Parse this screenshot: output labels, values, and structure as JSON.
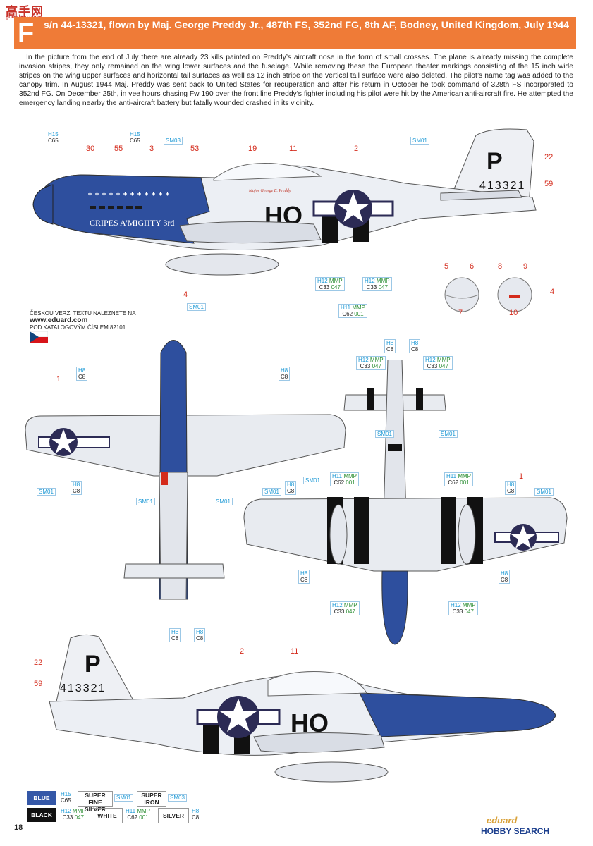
{
  "watermark": {
    "text": "高手网",
    "sub": "goo.shop.com"
  },
  "header": {
    "letter": "F",
    "title": "s/n 44-13321, flown by Maj. George Preddy Jr., 487th FS, 352nd FG, 8th AF, Bodney, United Kingdom, July 1944"
  },
  "description": "In the picture from the end of July there are already 23 kills painted on Preddy’s aircraft nose in the form of small crosses. The plane is already missing the complete invasion stripes, they only remained on the wing lower surfaces and the fuselage. While removing these the European theater markings consisting of the 15 inch wide stripes on the wing upper surfaces and horizontal tail surfaces as well as 12 inch stripe on the vertical tail surface were also deleted. The pilot’s name tag was added to the canopy trim. In August 1944 Maj. Preddy was sent back to United States for recuperation and after his return in October he took command of 328th FS incorporated to 352nd FG. On December 25th, in vee hours chasing Fw 190 over the front line Preddy’s fighter including his pilot were hit by the American anti-aircraft fire. He attempted the emergency landing nearby the anti-aircraft battery but fatally wounded crashed in its vicinity.",
  "czech_note": {
    "line1": "ČESKOU VERZI TEXTU NALEZNETE NA",
    "line2": "www.eduard.com",
    "line3": "POD KATALOGOVÝM ČÍSLEM 82101"
  },
  "aircraft": {
    "code": "HO",
    "tail_letter": "P",
    "serial": "413321",
    "nose_name": "CRIPES A'MIGHTY 3rd",
    "canopy_tag": "Major George E. Preddy"
  },
  "callouts": {
    "n1": "1",
    "n2": "2",
    "n3": "3",
    "n4": "4",
    "n5": "5",
    "n6": "6",
    "n7": "7",
    "n8": "8",
    "n9": "9",
    "n10": "10",
    "n11": "11",
    "n19": "19",
    "n22": "22",
    "n30": "30",
    "n53": "53",
    "n55": "55",
    "n59": "59"
  },
  "paints": {
    "h15": "H15",
    "c65": "C65",
    "h8": "H8",
    "c8": "C8",
    "h12": "H12",
    "mmp": "MMP",
    "c33": "C33",
    "p047": "047",
    "h11": "H11",
    "c62": "C62",
    "p001": "001",
    "sm01": "SM01",
    "sm03": "SM03"
  },
  "legend": {
    "blue": "BLUE",
    "black": "BLACK",
    "white": "WHITE",
    "silver": "SILVER",
    "super_fine_silver": "SUPER FINE SILVER",
    "super_iron": "SUPER IRON"
  },
  "footer": {
    "page": "18",
    "brand": "eduard",
    "hobby": "HOBBY SEARCH"
  },
  "colors": {
    "header": "#ef7b37",
    "nose_blue": "#2e4f9e",
    "callout_red": "#d42b1c",
    "paint_blue": "#1e9ad6",
    "paint_green": "#2d8f35"
  }
}
